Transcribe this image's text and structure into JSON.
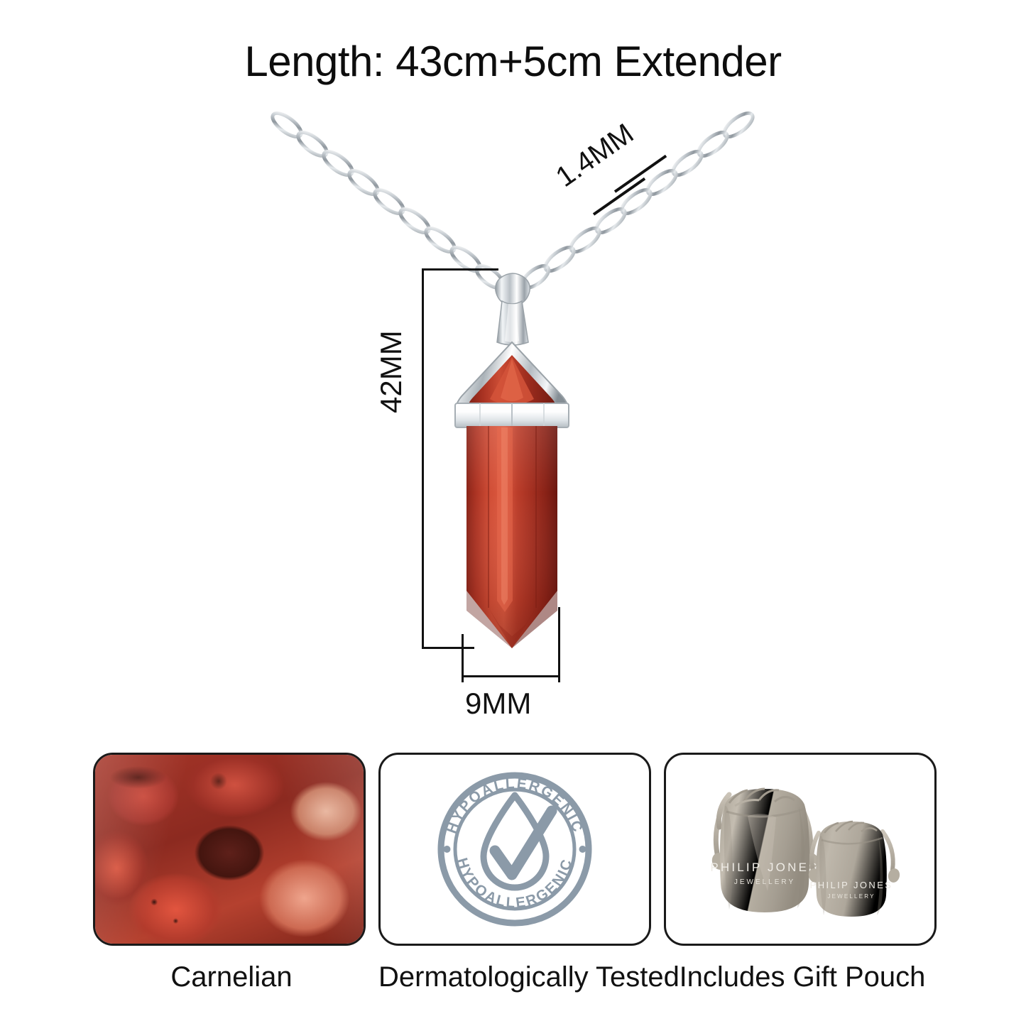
{
  "title": "Length: 43cm+5cm Extender",
  "dimensions": {
    "chain_width": "1.4MM",
    "pendant_height": "42MM",
    "pendant_width": "9MM"
  },
  "product": {
    "pendant_stone_name": "Carnelian",
    "stone_color": "#b03a2a",
    "stone_color_dark": "#6e1b12",
    "stone_color_light": "#e07a5f",
    "metal_color": "#d9dde0"
  },
  "cards": [
    {
      "id": "carnelian",
      "caption": "Carnelian",
      "icon": "raw-carnelian-stones-photo"
    },
    {
      "id": "dermatologically-tested",
      "caption": "Dermatologically Tested",
      "icon": "hypoallergenic-badge",
      "badge": {
        "text_top": "HYPOALLERGENIC",
        "text_bottom": "HYPOALLERGENIC",
        "color": "#8b9aa8",
        "inner_icon": "water-droplet-with-check"
      }
    },
    {
      "id": "gift-pouch",
      "caption": "Includes Gift Pouch",
      "icon": "velvet-drawstring-pouches",
      "pouch": {
        "brand": "PHILIP JONES",
        "brand_sub": "JEWELLERY",
        "fabric_color": "#b9b2a6"
      }
    }
  ]
}
